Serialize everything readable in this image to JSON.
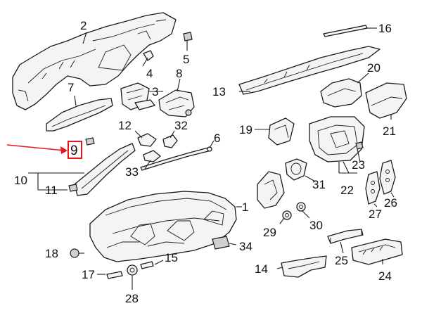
{
  "callouts": [
    {
      "id": "n1",
      "text": "1"
    },
    {
      "id": "n2",
      "text": "2"
    },
    {
      "id": "n3",
      "text": "3"
    },
    {
      "id": "n4",
      "text": "4"
    },
    {
      "id": "n5",
      "text": "5"
    },
    {
      "id": "n6",
      "text": "6"
    },
    {
      "id": "n7",
      "text": "7"
    },
    {
      "id": "n8",
      "text": "8"
    },
    {
      "id": "n9",
      "text": "9"
    },
    {
      "id": "n10",
      "text": "10"
    },
    {
      "id": "n11",
      "text": "11"
    },
    {
      "id": "n12",
      "text": "12"
    },
    {
      "id": "n13",
      "text": "13"
    },
    {
      "id": "n14",
      "text": "14"
    },
    {
      "id": "n15",
      "text": "15"
    },
    {
      "id": "n16",
      "text": "16"
    },
    {
      "id": "n17",
      "text": "17"
    },
    {
      "id": "n18",
      "text": "18"
    },
    {
      "id": "n19",
      "text": "19"
    },
    {
      "id": "n20",
      "text": "20"
    },
    {
      "id": "n21",
      "text": "21"
    },
    {
      "id": "n22",
      "text": "22"
    },
    {
      "id": "n23",
      "text": "23"
    },
    {
      "id": "n24",
      "text": "24"
    },
    {
      "id": "n25",
      "text": "25"
    },
    {
      "id": "n26",
      "text": "26"
    },
    {
      "id": "n27",
      "text": "27"
    },
    {
      "id": "n28",
      "text": "28"
    },
    {
      "id": "n29",
      "text": "29"
    },
    {
      "id": "n30",
      "text": "30"
    },
    {
      "id": "n31",
      "text": "31"
    },
    {
      "id": "n32",
      "text": "32"
    },
    {
      "id": "n33",
      "text": "33"
    },
    {
      "id": "n34",
      "text": "34"
    }
  ],
  "highlight": {
    "callout": "9",
    "color": "#e8141b"
  }
}
